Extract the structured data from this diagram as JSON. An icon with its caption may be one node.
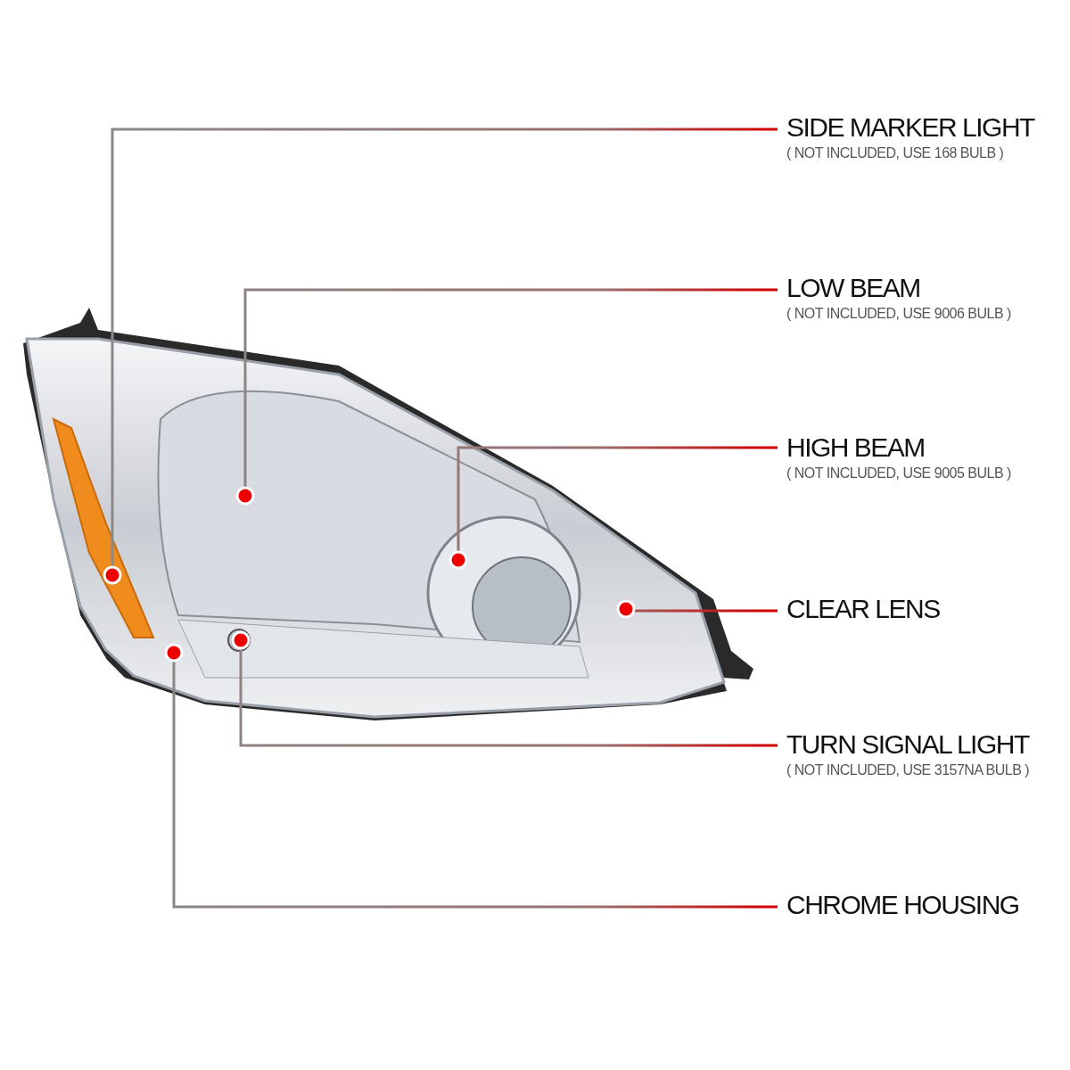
{
  "diagram": {
    "nodes": [
      {
        "text": [
          "SIDE MARKER LIGHT",
          "( NOT INCLUDED, USE 168 BULB )"
        ]
      },
      {
        "text": [
          "LOW BEAM",
          "( NOT INCLUDED, USE 9006 BULB )"
        ]
      },
      {
        "text": [
          "HIGH BEAM",
          "( NOT INCLUDED, USE 9005 BULB )"
        ]
      },
      {
        "text": [
          "CLEAR LENS"
        ]
      },
      {
        "text": [
          "TURN SIGNAL LIGHT",
          "( NOT INCLUDED, USE 3157NA BULB )"
        ]
      },
      {
        "text": [
          "CHROME HOUSING"
        ]
      },
      {
        "text": [],
        "shape": "circle"
      },
      {
        "text": [],
        "shape": "circle"
      },
      {
        "text": [],
        "shape": "circle"
      },
      {
        "text": [],
        "shape": "circle"
      },
      {
        "text": [],
        "shape": "circle"
      },
      {
        "text": [],
        "shape": "circle"
      }
    ],
    "edges": [
      {
        "from": 0,
        "to": 6,
        "arrow": "none"
      },
      {
        "from": 1,
        "to": 7,
        "arrow": "none"
      },
      {
        "from": 2,
        "to": 8,
        "arrow": "none"
      },
      {
        "from": 3,
        "to": 9,
        "arrow": "none"
      },
      {
        "from": 4,
        "to": 10,
        "arrow": "none"
      },
      {
        "from": 5,
        "to": 11,
        "arrow": "none"
      }
    ]
  }
}
